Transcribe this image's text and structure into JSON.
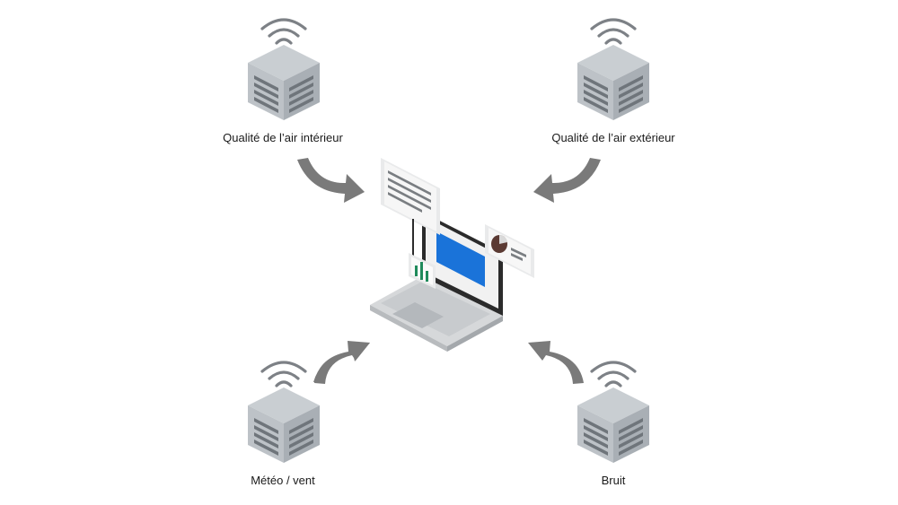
{
  "sensors": [
    {
      "id": "indoor",
      "label": "Qualité de l’air intérieur"
    },
    {
      "id": "outdoor",
      "label": "Qualité de l’air extérieur"
    },
    {
      "id": "meteo",
      "label": "Météo / vent"
    },
    {
      "id": "noise",
      "label": "Bruit"
    }
  ],
  "colors": {
    "arrow": "#7a7a7a",
    "wifi": "#7d8186",
    "box_top": "#c9ced2",
    "box_left": "#bcc1c6",
    "box_right": "#a7adb3",
    "vent": "#6f757b",
    "screen": "#1a73d9",
    "chart": "#1f8a5b",
    "pie": "#5b3a33"
  },
  "icons": [
    "sensor-box-icon",
    "wifi-icon",
    "arrow-icon",
    "laptop-icon",
    "document-card-icon",
    "bar-chart-icon",
    "pie-chart-icon"
  ]
}
